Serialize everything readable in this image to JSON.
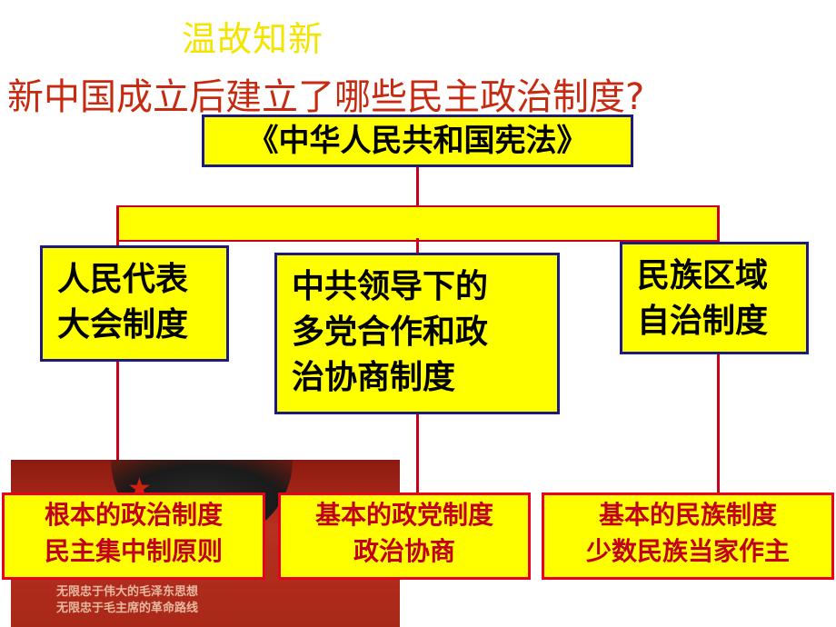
{
  "title": "温故知新",
  "question": "新中国成立后建立了哪些民主政治制度?",
  "root": "《中华人民共和国宪法》",
  "branches": [
    {
      "line1": "人民代表",
      "line2": "大会制度",
      "line3": ""
    },
    {
      "line1": "中共领导下的",
      "line2": "多党合作和政",
      "line3": "治协商制度"
    },
    {
      "line1": "民族区域",
      "line2": "自治制度",
      "line3": ""
    }
  ],
  "results": [
    {
      "line1": "根本的政治制度",
      "line2": "民主集中制原则"
    },
    {
      "line1": "基本的政党制度",
      "line2": "政治协商"
    },
    {
      "line1": "基本的民族制度",
      "line2": "少数民族当家作主"
    }
  ],
  "poster": {
    "line1": "无限忠于伟大的毛泽东思想",
    "line2": "无限忠于毛主席的革命路线"
  },
  "colors": {
    "title": "#f5e400",
    "question": "#c62a10",
    "box_fill": "#ffff00",
    "box_border_blue": "#1a1a80",
    "connector": "#c8001c",
    "result_text": "#c0001c"
  }
}
